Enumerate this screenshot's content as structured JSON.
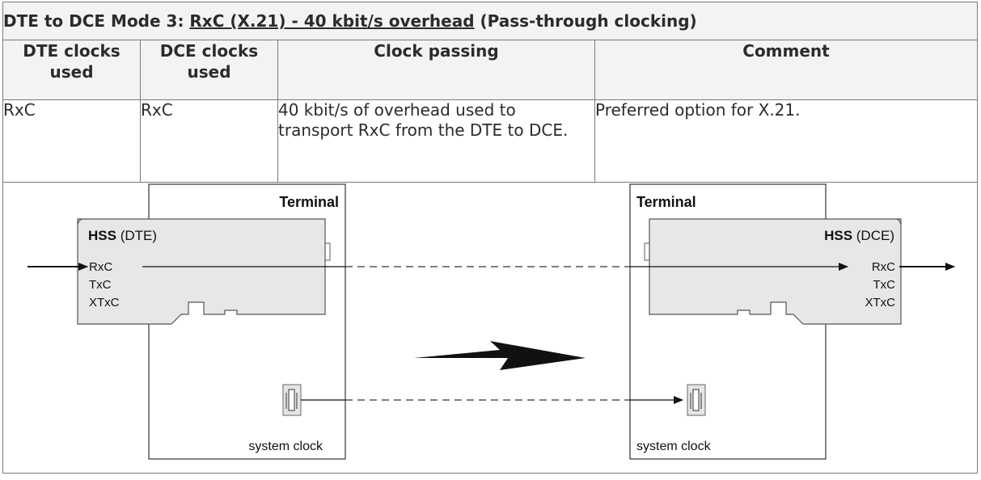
{
  "table": {
    "title_prefix": "DTE to DCE Mode 3: ",
    "title_link": "RxC (X.21) - 40 kbit/s overhead",
    "title_suffix": " (Pass-through clocking)",
    "headers": [
      "DTE clocks used",
      "DCE clocks used",
      "Clock passing",
      "Comment"
    ],
    "row": {
      "dte_clocks": "RxC",
      "dce_clocks": "RxC",
      "clock_passing": "40 kbit/s of overhead used to transport RxC from the DTE to DCE.",
      "comment": "Preferred option for X.21."
    }
  },
  "diagram": {
    "left_terminal": {
      "label": "Terminal",
      "hss_bold": "HSS",
      "hss_mode": " (DTE)",
      "signals": [
        "RxC",
        "TxC",
        "XTxC"
      ],
      "clock_label": "system clock"
    },
    "right_terminal": {
      "label": "Terminal",
      "hss_bold": "HSS",
      "hss_mode": " (DCE)",
      "signals": [
        "RxC",
        "TxC",
        "XTxC"
      ],
      "clock_label": "system clock"
    }
  }
}
